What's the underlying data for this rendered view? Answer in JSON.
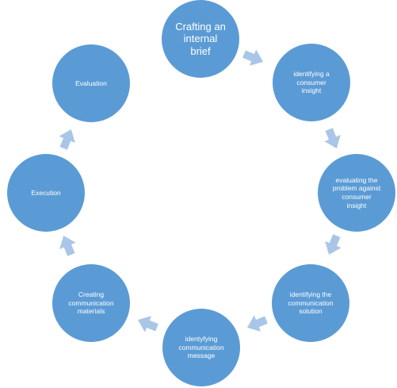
{
  "diagram": {
    "colors": {
      "node_fill": "#5B9BD5",
      "node_text": "#FFFFFF",
      "arrow_fill": "#A9C6E8"
    },
    "nodes": [
      {
        "id": "crafting",
        "label": "Crafting an\ninternal\nbrief"
      },
      {
        "id": "insight",
        "label": "identifying a\nconsumer\ninsight"
      },
      {
        "id": "evaluate-problem",
        "label": "evaluating the\nproblem against\nconsumer\ninsight"
      },
      {
        "id": "solution",
        "label": "identifying the\ncommunication\nsolution"
      },
      {
        "id": "message",
        "label": "identyfying\ncommunication\nmessage"
      },
      {
        "id": "materials",
        "label": "Creating\ncommunication\nmaterials"
      },
      {
        "id": "execution",
        "label": "Execution"
      },
      {
        "id": "evaluation",
        "label": "Evaluation"
      }
    ],
    "arrow_shape": "chevron-arrow"
  }
}
